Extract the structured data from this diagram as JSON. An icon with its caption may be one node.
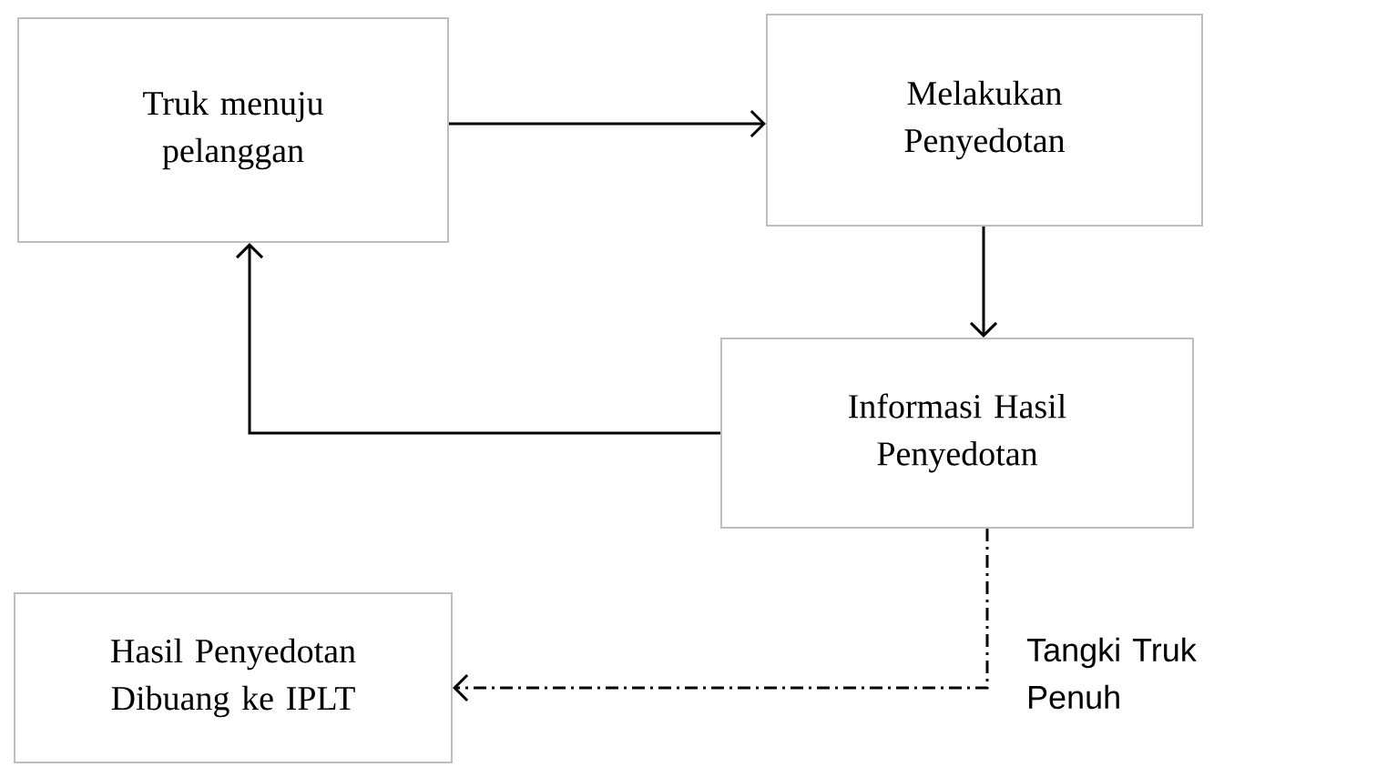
{
  "diagram": {
    "nodes": [
      {
        "text": [
          "Truk menuju pelanggan"
        ]
      },
      {
        "text": [
          "Melakukan Penyedotan"
        ]
      },
      {
        "text": [
          "Informasi Hasil Penyedotan"
        ]
      },
      {
        "text": [
          "Hasil Penyedotan Dibuang ke IPLT"
        ]
      }
    ],
    "edges": [
      {
        "from": 0,
        "to": 1,
        "arrow": "to"
      },
      {
        "from": 1,
        "to": 2,
        "arrow": "to"
      },
      {
        "from": 2,
        "to": 0,
        "arrow": "to"
      },
      {
        "from": 2,
        "to": 3,
        "arrow": "to",
        "style": "dashed",
        "label": "Tangki Truk Penuh"
      }
    ]
  }
}
